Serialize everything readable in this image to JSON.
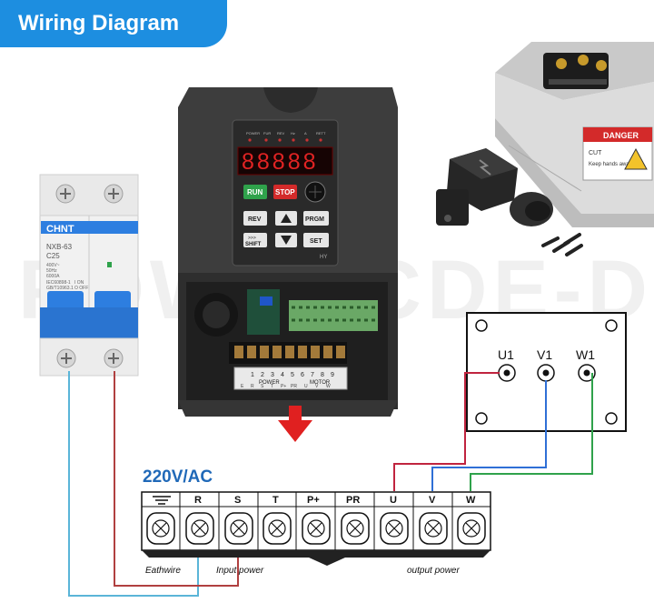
{
  "title": "Wiring Diagram",
  "watermark": "POWERCDE-DE",
  "voltage_label": "220V/AC",
  "breaker": {
    "brand": "CHNT",
    "model": "NXB-63",
    "rating": "C25",
    "spec_lines": [
      "400V~",
      "50Hz",
      "6000A"
    ],
    "standard": "IEC60898-1",
    "standard2": "GB/T10963.1",
    "state_on": "I ON",
    "state_off": "O OFF"
  },
  "vfd": {
    "indicators": [
      "POWER",
      "FUR",
      "REV",
      "Hz",
      "A",
      "RETT"
    ],
    "display": "88888",
    "brand": "HY",
    "buttons": {
      "run": "RUN",
      "stop": "STOP",
      "rev": "REV",
      "prgm": "PRGM",
      "shift": "SHIFT",
      "shift_top": ">>>",
      "set": "SET"
    },
    "terminal_numbers": [
      "1",
      "2",
      "3",
      "4",
      "5",
      "6",
      "7",
      "8",
      "9"
    ],
    "terminal_labels": [
      "E",
      "R",
      "S",
      "T",
      "P+",
      "PR",
      "U",
      "V",
      "W"
    ],
    "power_label": "POWER",
    "motor_label": "MOTOR"
  },
  "motor_terminals": [
    "U1",
    "V1",
    "W1"
  ],
  "spindle_warning": [
    "DANGER",
    "CUT",
    "Keep hands away"
  ],
  "terminal_block": {
    "headers": [
      "R",
      "S",
      "T",
      "P+",
      "PR",
      "U",
      "V",
      "W"
    ],
    "earth_label": "Eathwire",
    "input_label": "Input power",
    "output_label": "output power"
  },
  "colors": {
    "accent": "#1d8ee0",
    "u_wire": "#c0243f",
    "v_wire": "#2f6fd6",
    "w_wire": "#2fa24b",
    "breaker_blue": "#2d7ee0",
    "vfd_body": "#3d3d3d",
    "arrow": "#e02020",
    "input_line_blue": "#5ab5d8",
    "input_line_red": "#b04040"
  }
}
